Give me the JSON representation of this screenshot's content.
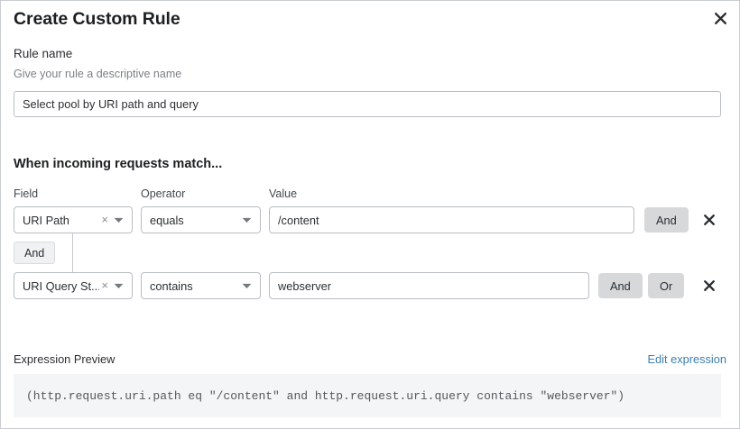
{
  "dialog": {
    "title": "Create Custom Rule",
    "close_icon": "close-icon"
  },
  "rule_name": {
    "label": "Rule name",
    "help": "Give your rule a descriptive name",
    "value": "Select pool by URI path and query",
    "placeholder": ""
  },
  "match_section": {
    "heading": "When incoming requests match...",
    "columns": {
      "field": "Field",
      "operator": "Operator",
      "value": "Value"
    },
    "rows": [
      {
        "field": "URI Path",
        "operator": "equals",
        "value": "/content",
        "clear_glyph": "×",
        "buttons": [
          "And"
        ],
        "delete_label": "✕"
      },
      {
        "field": "URI Query St...",
        "operator": "contains",
        "value": "webserver",
        "clear_glyph": "×",
        "buttons": [
          "And",
          "Or"
        ],
        "delete_label": "✕"
      }
    ],
    "joiner_chip": "And"
  },
  "expression": {
    "label": "Expression Preview",
    "edit_link": "Edit expression",
    "code": "(http.request.uri.path eq \"/content\" and http.request.uri.query contains \"webserver\")"
  },
  "colors": {
    "link": "#3c7fad",
    "pill_bg": "#d6d8da",
    "code_bg": "#f4f5f6",
    "border": "#b9bdc2"
  }
}
